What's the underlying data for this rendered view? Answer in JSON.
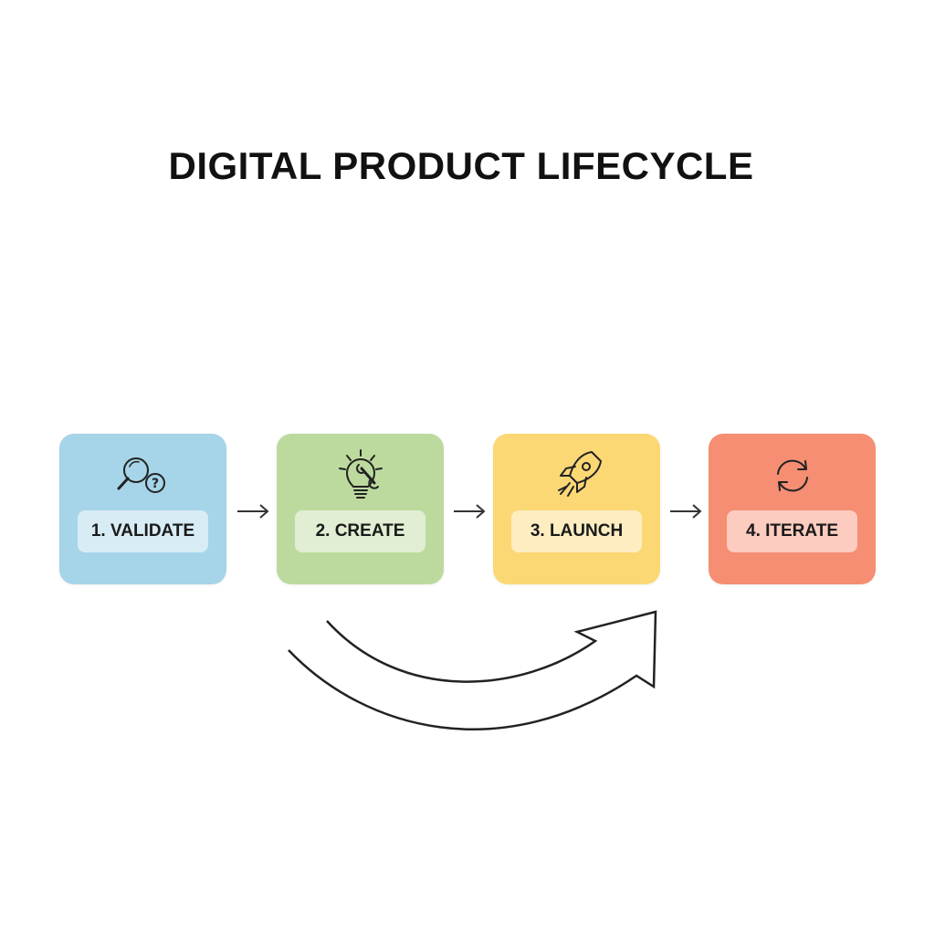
{
  "diagram": {
    "title": "DIGITAL PRODUCT LIFECYCLE",
    "stages": [
      {
        "label": "1. VALIDATE",
        "color": "#A6D4E8",
        "icon": "magnifier-question-icon"
      },
      {
        "label": "2. CREATE",
        "color": "#BCDA9E",
        "icon": "lightbulb-wrench-icon"
      },
      {
        "label": "3. LAUNCH",
        "color": "#FCD875",
        "icon": "rocket-icon"
      },
      {
        "label": "4. ITERATE",
        "color": "#F58E72",
        "icon": "refresh-cycle-icon"
      }
    ],
    "connectors": [
      "arrow-right-icon",
      "arrow-right-icon",
      "arrow-right-icon"
    ],
    "feedback_arrow": "curved-arrow-icon"
  }
}
